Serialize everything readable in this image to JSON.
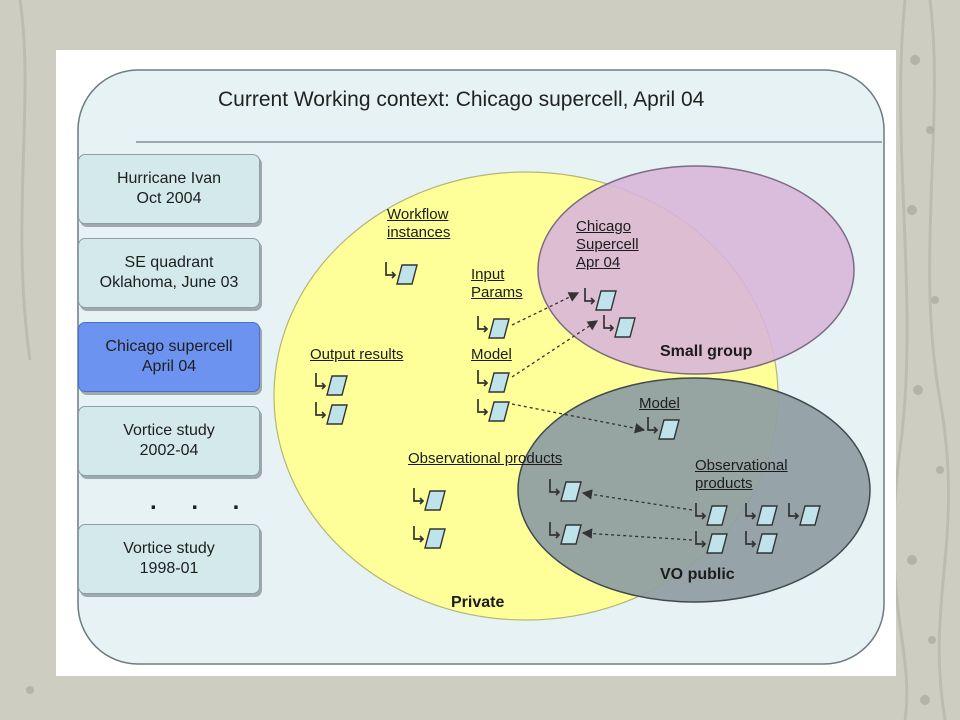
{
  "title": "Current Working context:  Chicago supercell, April 04",
  "contexts": [
    {
      "line1": "Hurricane Ivan",
      "line2": "Oct 2004",
      "selected": false
    },
    {
      "line1": "SE quadrant",
      "line2": "Oklahoma, June 03",
      "selected": false
    },
    {
      "line1": "Chicago supercell",
      "line2": "April 04",
      "selected": true
    },
    {
      "line1": "Vortice study",
      "line2": "2002-04",
      "selected": false
    },
    {
      "line1": "Vortice study",
      "line2": "1998-01",
      "selected": false
    }
  ],
  "ellipsis": ". . .",
  "regions": {
    "private": "Private",
    "small_group": "Small group",
    "vo_public": "VO public"
  },
  "labels": {
    "workflow_line1": "Workflow",
    "workflow_line2": "instances",
    "input_line1": "Input",
    "input_line2": "Params",
    "output_results": "Output results",
    "model_private": "Model",
    "obs_private": "Observational products",
    "chicago_line1": "Chicago",
    "chicago_line2": "Supercell",
    "chicago_line3": "Apr 04",
    "model_public": "Model",
    "obs_public_line1": "Observational",
    "obs_public_line2": "products"
  },
  "colors": {
    "private": "#ffff9a",
    "small_group": "#d8b4da",
    "vo_public": "#8f9ea3",
    "panel": "#e6f2f3",
    "context_box": "#d3e9ea",
    "context_selected": "#6c93f0"
  }
}
